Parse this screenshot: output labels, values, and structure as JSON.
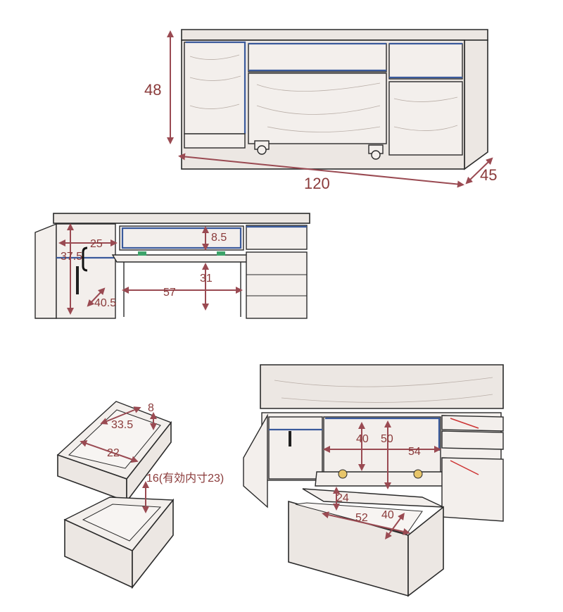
{
  "dimensions": {
    "overall": {
      "height": "48",
      "width": "120",
      "depth": "45"
    },
    "interior": {
      "cabinet_width": "25",
      "cabinet_height": "37.5",
      "cabinet_depth": "40.5",
      "drop_drawer_height": "8.5",
      "knee_height": "31",
      "knee_width": "57"
    },
    "small_drawer": {
      "depth": "33.5",
      "height": "8",
      "width": "22"
    },
    "deep_drawer": {
      "height": "16(有効内寸23)"
    },
    "open_view": {
      "tray_depth": "40",
      "tray_reach": "50",
      "tray_width": "54",
      "bin_height": "24",
      "bin_width": "52",
      "bin_depth": "40"
    }
  },
  "colors": {
    "dimension_text": "#8a3a3a",
    "dimension_arrow": "#9a4a52",
    "edge_highlight": "#3a5a9c",
    "wood": "#ece7e3",
    "outline": "#2a2a2a"
  }
}
